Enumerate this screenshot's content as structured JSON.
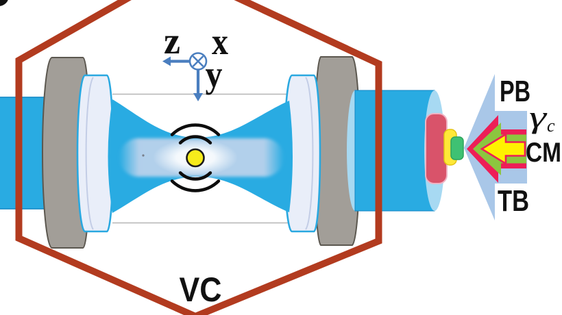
{
  "figure": {
    "description": "Schematic of an optically levitated nanoparticle inside a fiber Fabry-Perot cavity within a vacuum chamber",
    "labels": {
      "axis_z": "z",
      "axis_x": "x",
      "axis_y": "y",
      "probe_beam": "PB",
      "cavity_decay_gamma": "γ",
      "cavity_decay_sub": "c",
      "cavity_mirror": "CM",
      "trapping_beam": "TB",
      "vacuum_chamber": "VC"
    },
    "icons": {
      "axes_origin_symbol": "circle-with-cross (x-axis into page)",
      "motion_arcs": "concentric oscillation arcs around particle",
      "nested_arrow": "left-pointing nested arrows (crimson/green/yellow)"
    },
    "colors": {
      "beam_blue": "#29abe2",
      "beam_edge": "#1186c4",
      "cap_light_blue": "#a7d9f2",
      "pale_mode": "#bed3ec",
      "mirror_fill": "#e9eef9",
      "mirror_stroke": "#29a8e0",
      "mirror_rim": "#c3cde6",
      "substrate_gray": "#a29e98",
      "substrate_stroke": "#5b574f",
      "chamber_red": "#b23b1f",
      "axes_blue": "#4a7ebf",
      "particle_yellow": "#f6ec1c",
      "particle_stroke": "#1c1c1c",
      "cone_blue": "#a9c7e8",
      "arrow_crimson": "#ed1e57",
      "arrow_green": "#8cc63f",
      "arrow_yellow": "#fff200",
      "disc_crimson": "#d9536a",
      "disc_rim": "#efb3c4",
      "plate_yellow": "#ffe838",
      "plate_green": "#3fc173",
      "gridline_gray": "#b5b5b5",
      "arc_black": "#0d0d0d"
    }
  }
}
